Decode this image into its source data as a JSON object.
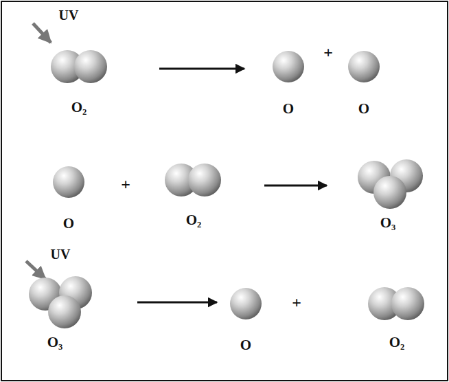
{
  "diagram": {
    "labels": [
      "UV",
      "O₂",
      "O",
      "+",
      "O",
      "O",
      "+",
      "O₂",
      "O₃",
      "UV",
      "O₃",
      "O",
      "+",
      "O₂"
    ]
  }
}
